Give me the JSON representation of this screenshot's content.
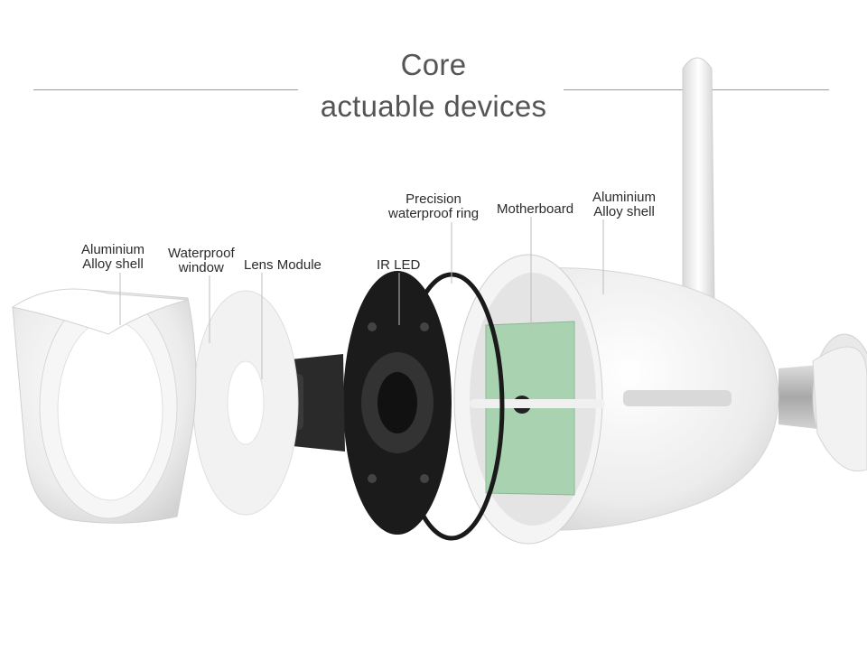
{
  "title": {
    "line1": "Core",
    "line2": "actuable devices"
  },
  "labels": {
    "front_shell": {
      "line1": "Aluminium",
      "line2": "Alloy shell"
    },
    "window": {
      "line1": "Waterproof",
      "line2": "window"
    },
    "lens": "Lens Module",
    "ir_led": "IR LED",
    "ring": {
      "line1": "Precision",
      "line2": "waterproof ring"
    },
    "motherboard": "Motherboard",
    "rear_shell": {
      "line1": "Aluminium",
      "line2": "Alloy shell"
    }
  },
  "colors": {
    "board": "#a9d3b0",
    "plate": "#1b1b1b",
    "shell": "#efefef",
    "title": "#555555"
  }
}
